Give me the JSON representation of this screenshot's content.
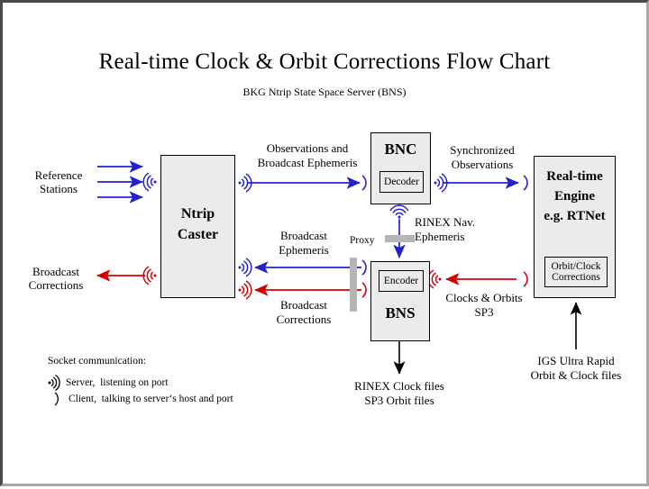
{
  "page": {
    "title": "Real-time Clock & Orbit Corrections Flow Chart",
    "subtitle": "BKG Ntrip State Space Server  (BNS)"
  },
  "colors": {
    "blue": "#2222cc",
    "red": "#d40000",
    "black": "#000000",
    "box_fill": "#ebebeb",
    "proxy_gray": "#b5b5b5",
    "frame_dark": "#494949",
    "frame_light": "#a8a8a8"
  },
  "boxes": [
    {
      "id": "ntrip-caster",
      "label": "Ntrip\nCaster",
      "line1": "Ntrip",
      "line2": "Caster"
    },
    {
      "id": "bnc",
      "label": "BNC",
      "inner": "Decoder"
    },
    {
      "id": "bns",
      "label": "BNS",
      "inner": "Encoder"
    },
    {
      "id": "rt-engine",
      "line1": "Real-time",
      "line2": "Engine",
      "line3": "e.g. RTNet",
      "inner": "Orbit/Clock\nCorrections",
      "inner_line1": "Orbit/Clock",
      "inner_line2": "Corrections"
    }
  ],
  "labels": {
    "reference_stations_l1": "Reference",
    "reference_stations_l2": "Stations",
    "broadcast_corrections_left_l1": "Broadcast",
    "broadcast_corrections_left_l2": "Corrections",
    "observations_l1": "Observations and",
    "observations_l2": "Broadcast Ephemeris",
    "synchronized_l1": "Synchronized",
    "synchronized_l2": "Observations",
    "broadcast_ephemeris_l1": "Broadcast",
    "broadcast_ephemeris_l2": "Ephemeris",
    "broadcast_corrections_mid_l1": "Broadcast",
    "broadcast_corrections_mid_l2": "Corrections",
    "proxy": "Proxy",
    "rinex_nav_l1": "RINEX Nav.",
    "rinex_nav_l2": "Ephemeris",
    "clocks_orbits_l1": "Clocks & Orbits",
    "clocks_orbits_l2": "SP3",
    "rinex_clock_files_l1": "RINEX Clock files",
    "rinex_clock_files_l2": "SP3 Orbit files",
    "igs_l1": "IGS Ultra Rapid",
    "igs_l2": "Orbit & Clock files"
  },
  "legend": {
    "heading": "Socket communication:",
    "server_text": "Server,  listening on port",
    "client_text": "Client,  talking to server‘s host and port",
    "server_icon": "socket-server-icon",
    "client_icon": "socket-client-icon"
  }
}
